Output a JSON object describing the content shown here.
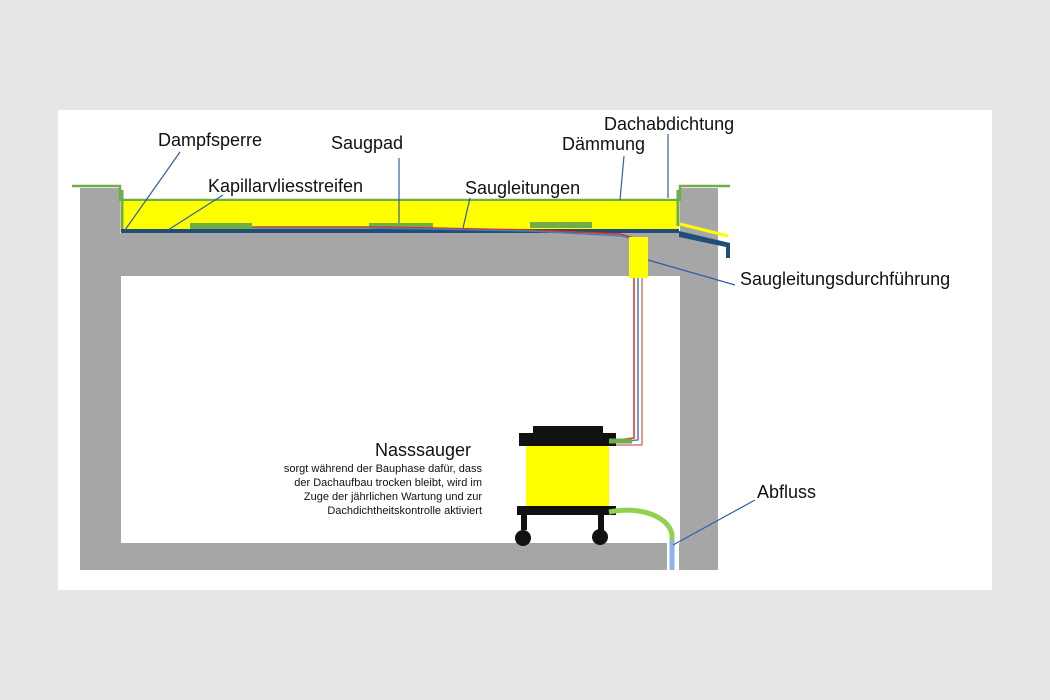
{
  "labels": {
    "dampfsperre": "Dampfsperre",
    "saugpad": "Saugpad",
    "daemmung": "Dämmung",
    "dachabdichtung": "Dachabdichtung",
    "kapillarvliesstreifen": "Kapillarvliesstreifen",
    "saugleitungen": "Saugleitungen",
    "saugleitungsdurchfuehrung": "Saugleitungsdurchführung",
    "nasssauger": "Nasssauger",
    "abfluss": "Abfluss"
  },
  "description_lines": [
    "sorgt während der Bauphase dafür, dass",
    "der Dachaufbau trocken bleibt, wird im",
    "Zuge der jährlichen Wartung und zur",
    "Dachdichtheitskontrolle aktiviert"
  ],
  "colors": {
    "background": "#e6e6e6",
    "panel": "#ffffff",
    "concrete": "#a6a6a6",
    "insulation": "#ffff00",
    "membrane": "#70ad47",
    "vapor_barrier": "#1f4e79",
    "suction_line_red": "#e03020",
    "suction_line_blue": "#4a7ebb",
    "drain_pipe": "#8eb4e3",
    "leader_line": "#2e5fa8",
    "vacuum_body": "#ffff00",
    "vacuum_dark": "#111111"
  }
}
